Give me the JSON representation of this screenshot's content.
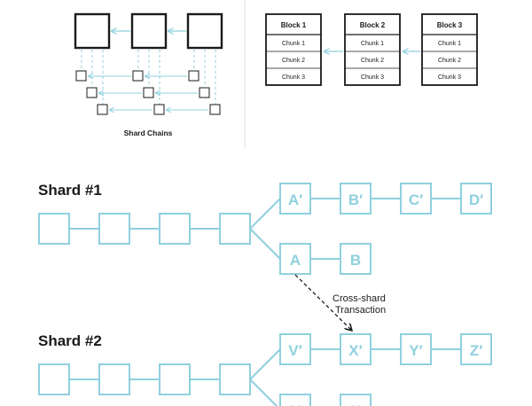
{
  "top_left": {
    "caption": "Shard Chains"
  },
  "top_right": {
    "blocks": [
      {
        "title": "Block 1",
        "chunks": [
          "Chunk 1",
          "Chunk 2",
          "Chunk 3"
        ]
      },
      {
        "title": "Block 2",
        "chunks": [
          "Chunk 1",
          "Chunk 2",
          "Chunk 3"
        ]
      },
      {
        "title": "Block 3",
        "chunks": [
          "Chunk 1",
          "Chunk 2",
          "Chunk 3"
        ]
      }
    ]
  },
  "shard1": {
    "title": "Shard #1",
    "fork_top": [
      "A′",
      "B′",
      "C′",
      "D′"
    ],
    "fork_bottom": [
      "A",
      "B"
    ]
  },
  "shard2": {
    "title": "Shard #2",
    "fork_top": [
      "V′",
      "X′",
      "Y′",
      "Z′"
    ],
    "fork_bottom": [
      "V",
      "X"
    ]
  },
  "cross_shard_label": [
    "Cross-shard",
    "Transaction"
  ],
  "colors": {
    "accent": "#8fd0de",
    "ink": "#1a1a1a",
    "divider": "#dddddd"
  }
}
